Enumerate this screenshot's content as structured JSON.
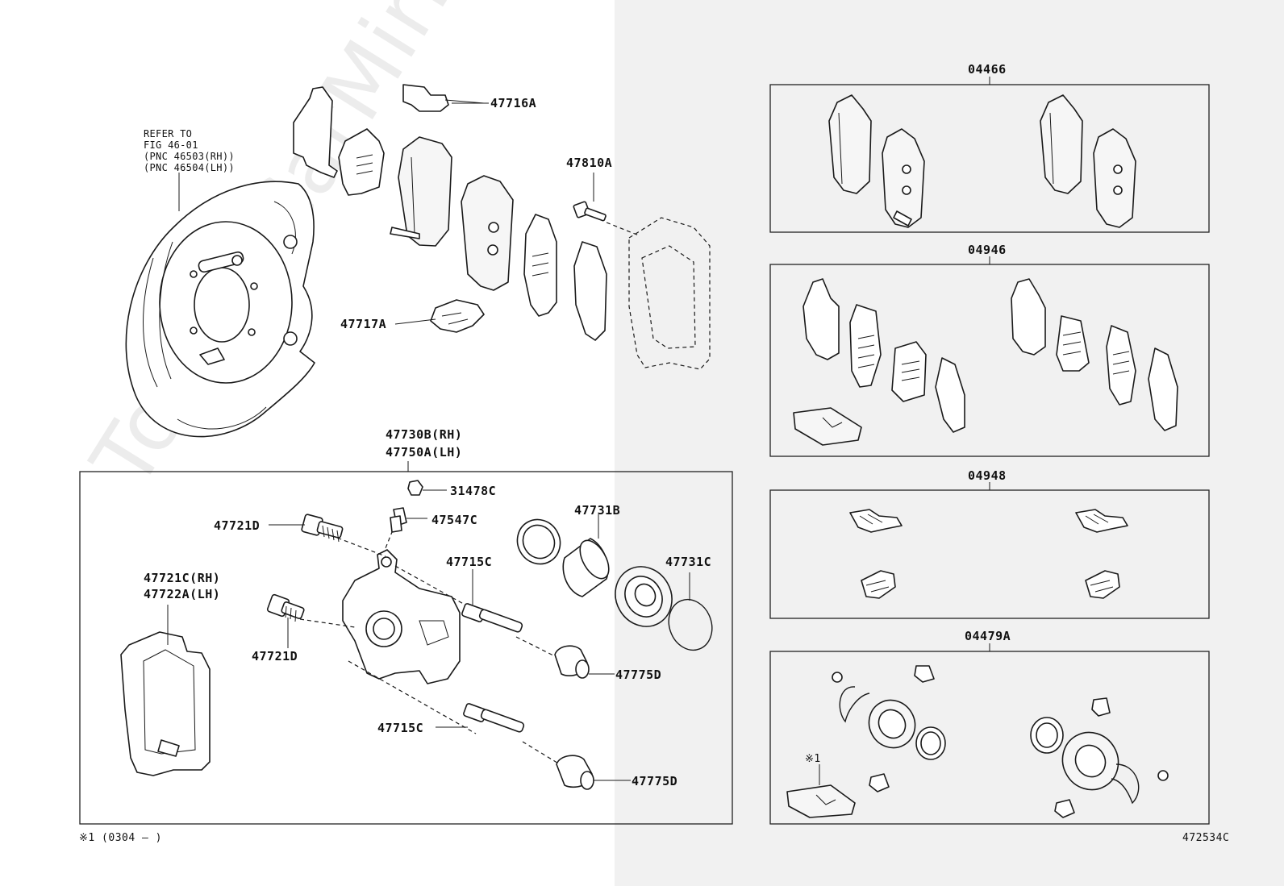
{
  "refer_note": {
    "line1": "REFER TO",
    "line2": "FIG 46-01",
    "line3": "(PNC 46503(RH))",
    "line4": "(PNC 46504(LH))"
  },
  "callouts": {
    "c47716A": "47716A",
    "c47810A": "47810A",
    "c47717A": "47717A",
    "c47730B": "47730B(RH)",
    "c47750A": "47750A(LH)",
    "c31478C": "31478C",
    "c47547C": "47547C",
    "c47721D_top": "47721D",
    "c47731B": "47731B",
    "c47715C_top": "47715C",
    "c47731C": "47731C",
    "c47721C": "47721C(RH)",
    "c47722A": "47722A(LH)",
    "c47721D_bottom": "47721D",
    "c47775D_top": "47775D",
    "c47715C_bottom": "47715C",
    "c47775D_bottom": "47775D"
  },
  "kits": {
    "k04466": "04466",
    "k04946": "04946",
    "k04948": "04948",
    "k04479A": "04479A",
    "kit_mark": "※1"
  },
  "footnote": "※1 (0304 –        )",
  "figure_code": "472534C",
  "watermark": "ToyotaCarMirror.ru"
}
